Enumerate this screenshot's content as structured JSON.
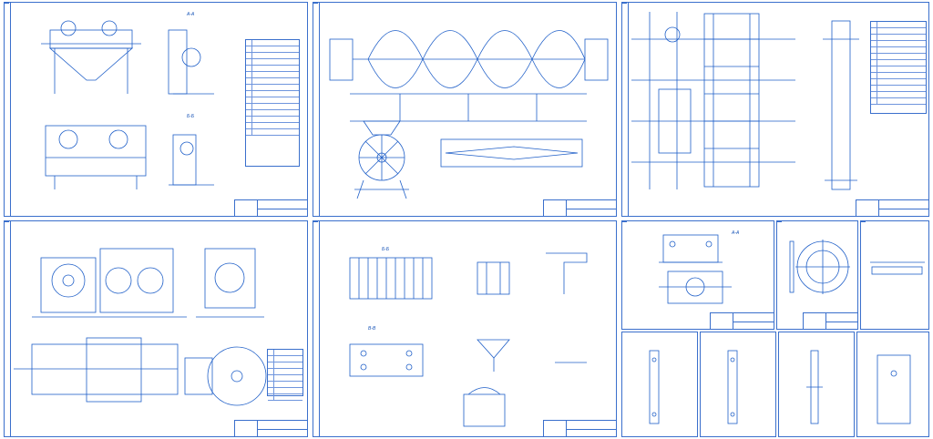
{
  "sheets": [
    {
      "id": "s1",
      "tag": "",
      "title": "",
      "spec_rows": 15
    },
    {
      "id": "s2",
      "tag": "",
      "title": "",
      "spec_rows": 0
    },
    {
      "id": "s3",
      "tag": "",
      "title": "",
      "spec_rows": 13
    },
    {
      "id": "s4",
      "tag": "",
      "title": "",
      "spec_rows": 8
    },
    {
      "id": "s5",
      "tag": "",
      "title": "",
      "spec_rows": 0
    },
    {
      "id": "s6",
      "tag": "",
      "title": "",
      "spec_rows": 0
    },
    {
      "id": "s7",
      "tag": "",
      "title": "",
      "spec_rows": 0
    },
    {
      "id": "s8",
      "tag": "",
      "title": "",
      "spec_rows": 0
    }
  ],
  "view_labels": {
    "s1_a": "A-A",
    "s1_b": "Б-Б",
    "s5_a": "Б-Б",
    "s5_b": "В-В",
    "s6_a": "А-А"
  },
  "colors": {
    "line": "#1f5fc8",
    "sheet_border": "#3a6fcc",
    "background": "#ffffff"
  }
}
